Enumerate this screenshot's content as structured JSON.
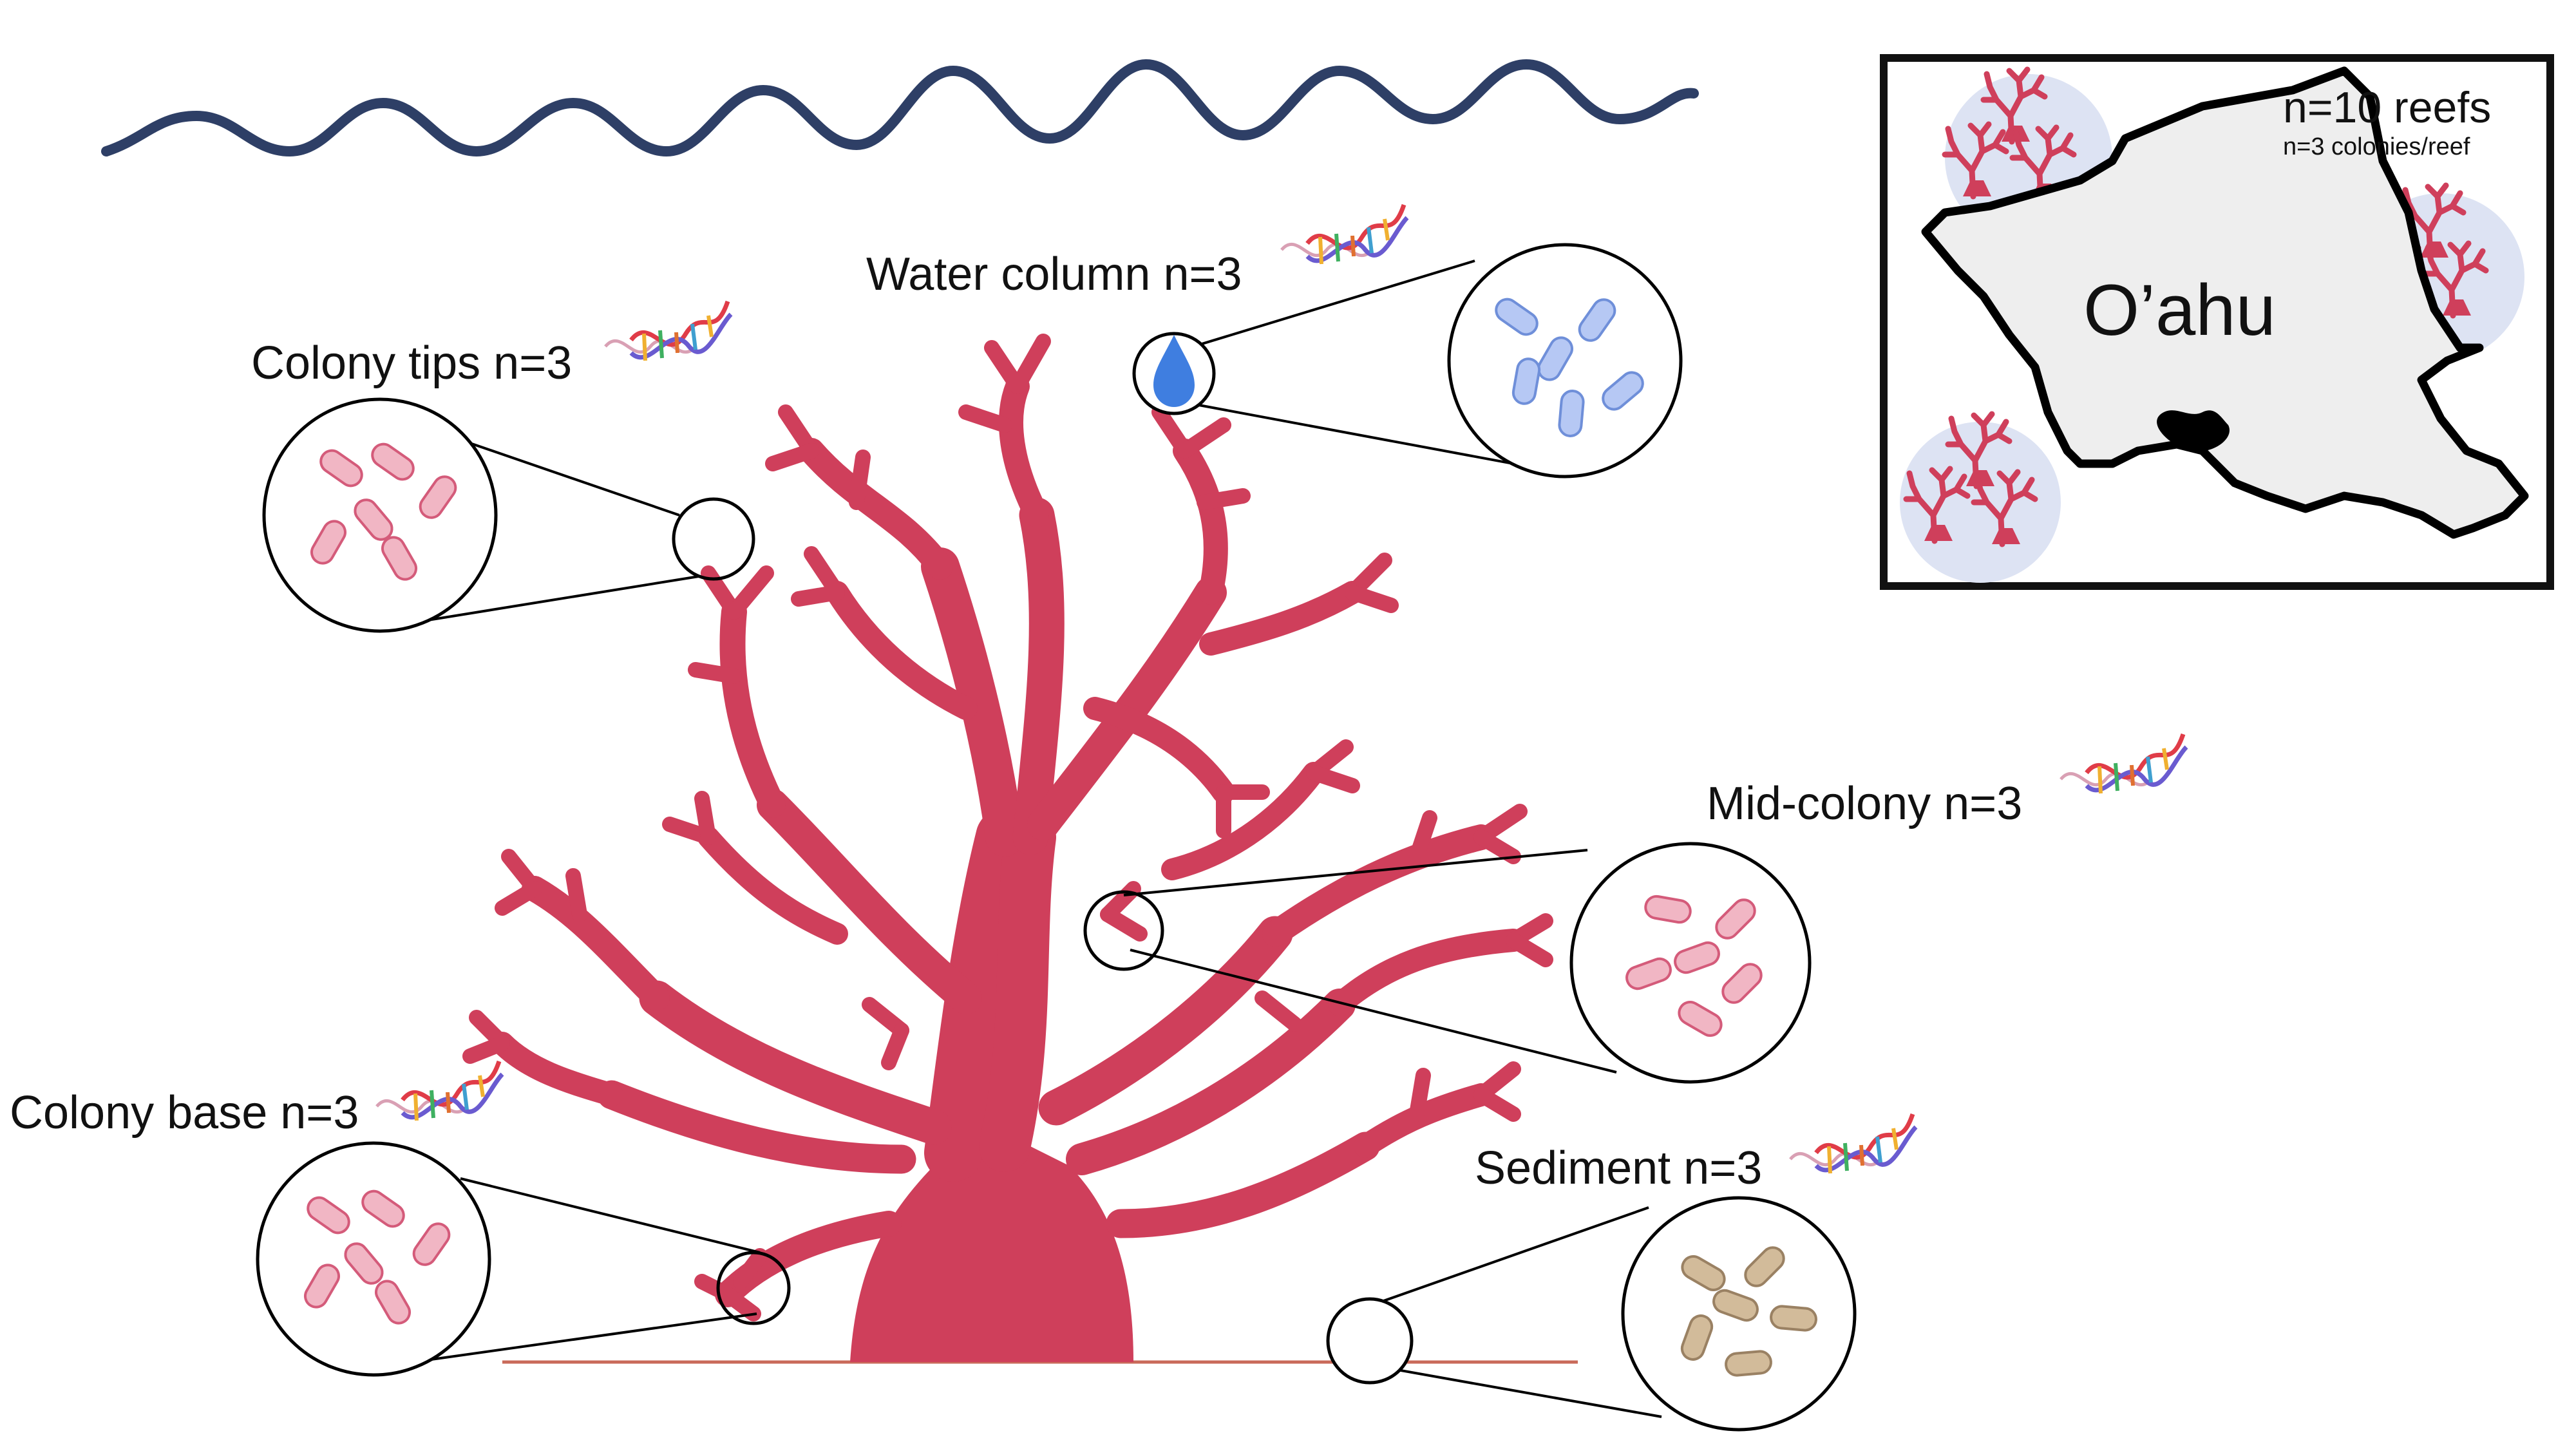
{
  "labels": {
    "colony_tips": "Colony tips n=3",
    "water_column": "Water column n=3",
    "mid_colony": "Mid-colony n=3",
    "colony_base": "Colony base n=3",
    "sediment": "Sediment n=3"
  },
  "map": {
    "island": "O’ahu",
    "reefs": "n=10 reefs",
    "colonies": "n=3 colonies/reef"
  },
  "colors": {
    "coral": "#cf3f5b",
    "coral_bacteria_fill": "#f1b6c4",
    "coral_bacteria_stroke": "#d45b7a",
    "water_bacteria_fill": "#b6c8f4",
    "water_bacteria_stroke": "#6f8fd9",
    "sediment_bacteria_fill": "#d2bb9a",
    "sediment_bacteria_stroke": "#9a8163",
    "wave": "#2e3f66",
    "water_drop": "#3f7ee0",
    "reef_circle": "#dde3f3",
    "island_fill": "#eeeeee"
  },
  "icons": [
    "wave-icon",
    "dna-icon",
    "water-drop-icon",
    "bacteria-icon",
    "coral-icon",
    "island-map-icon"
  ]
}
